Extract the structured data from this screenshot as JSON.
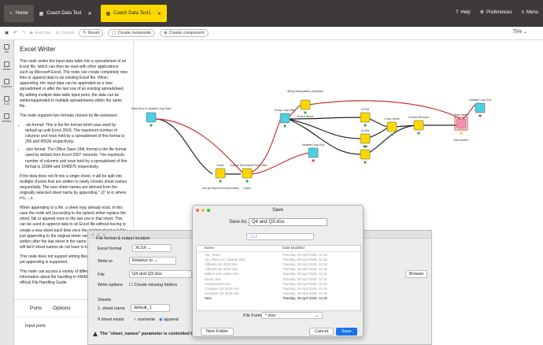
{
  "tabs": {
    "home": "Home",
    "tab1": "Coach Data Test",
    "tab2": "Coach Data Test1"
  },
  "top_right": {
    "help": "Help",
    "preferences": "Preferences",
    "menu": "Menu"
  },
  "toolbar": {
    "execute": "Execute",
    "cancel": "Cancel",
    "reset": "Reset",
    "create_metanode": "Create metanode",
    "create_component": "Create component",
    "zoom": "75%"
  },
  "rail": [
    {
      "label": "Info"
    },
    {
      "label": "Nodes"
    },
    {
      "label": "Explorer"
    },
    {
      "label": "K-AI"
    },
    {
      "label": "Monitor"
    }
  ],
  "description": {
    "title": "Excel Writer",
    "p1": "This node writes the input data table into a spreadsheet of an Excel file, which can then be read with other applications such as Microsoft Excel. The node can create completely new files or append data to an existing Excel file. When appending, the input data can be appended as a new spreadsheet or after the last row of an existing spreadsheet. By adding multiple data table input ports, the data can be written/appended to multiple spreadsheets within the same file.",
    "p2": "The node supports two formats chosen by file extension:",
    "li1": ".xls format: This is the file format which was used by default up until Excel 2003. The maximum number of columns and rows held by a spreadsheet of this format is 256 and 65536 respectively.",
    "li2": ".xlsx format: The Office Open XML format is the file format used by default from Excel 2007 onwards. The maximum number of columns and rows held by a spreadsheet of this format is 16384 and 1048576 respectively.",
    "p3": "If the data does not fit into a single sheet, it will be split into multiple chunks that are written to newly chosen sheet names sequentially. The new sheet names are derived from the originally selected sheet name by appending \" (i)\" to it, where i=1,...,n.",
    "p4": "When appending to a file, a sheet may already exist. In this case the node will (according to the option) either replace the sheet, fail or append rows to the last row in that sheet. This can be used to append data to an Excel file without having to create a new sheet each time once the original sheet is full by just appending to the original sheet name. The data will be written after the last sheet in the same sequence. The node will fail if sheet names do not have to be changed.",
    "p5": "This node does not support writing files in the '.xlsm' format, yet appending is supported.",
    "p6": "This node can access a variety of different file systems. More information about file handling in KNIME can be found in the official File Handling Guide.",
    "ports_tab": "Ports",
    "options_tab": "Options",
    "input_ports": "Input ports"
  },
  "canvas_labels": {
    "table_row_loop": "Table Row to Variable Loop Start",
    "string_manip": "String Manipulation (Variable)",
    "string_manip_sub": "Export Name",
    "group_loop": "Group Loop Start",
    "in_port": "In Port",
    "at_sea": "At Sea",
    "total": "Total",
    "cross_joiner": "Cross Joiner",
    "column_resorter": "Column Resorter",
    "excel_writer": "Excel Writer",
    "excel_writer_sub": "Add content",
    "variable_loop_end_top": "Variable Loop End",
    "sorter": "Sorter",
    "sorter_sub": "Sort by Report End Ascending",
    "extract_time": "Extract Time-based Row Filter",
    "extract_time_sub": "Dates",
    "variable_loop_end_mid": "Variable Loop End"
  },
  "excel_dialog": {
    "section": "File format & output location",
    "excel_format_label": "Excel format",
    "excel_format_value": "XLSX",
    "write_to_label": "Write to",
    "write_to_value": "Relative to",
    "file_label": "File",
    "file_value": "Q4 and Q3.xlsx",
    "browse": "Browse",
    "write_options_label": "Write options",
    "create_folders": "Create missing folders",
    "sheets_section": "Sheets",
    "sheet_name_label": "1. sheet name",
    "sheet_name_value": "default_1",
    "if_sheet_exists_label": "If sheet exists",
    "overwrite": "overwrite",
    "append": "append",
    "warning": "The \"sheet_names\" parameter is controlled b"
  },
  "save_dialog": {
    "title": "Save",
    "save_as_label": "Save As:",
    "save_as_value": "Q4 and Q3.xlsx",
    "folder": "/",
    "col_name": "Name",
    "col_date": "Date Modified",
    "files": [
      {
        "name": ".DS_Store",
        "date": "Tuesday, 29 April 2025, 12:16"
      },
      {
        "name": "AB_Ships_by_Quarter.xlsx",
        "date": "Tuesday, 29 April 2025, 12:16"
      },
      {
        "name": "AllBoats Q4 2023.xlsx",
        "date": "Tuesday, 29 April 2025, 12:16"
      },
      {
        "name": "AllBoats Q4 2024.xlsx",
        "date": "Tuesday, 29 April 2025, 12:16"
      },
      {
        "name": "Ballast and Laden.xlsx",
        "date": "Tuesday, 29 April 2025, 12:16"
      },
      {
        "name": "Book1.xlsx",
        "date": "Tuesday, 29 April 2025, 12:16"
      },
      {
        "name": "comparaison.xlsx",
        "date": "Tuesday, 29 April 2025, 12:16"
      },
      {
        "name": "Compare Q4 2023.xlsx",
        "date": "Tuesday, 29 April 2025, 12:16"
      },
      {
        "name": "Compare Q4 2024.xlsx",
        "date": "Tuesday, 29 April 2025, 12:16"
      },
      {
        "name": "New",
        "date": "Tuesday, 29 April 2025, 12:16",
        "folder": true
      }
    ],
    "file_format_label": "File Format:",
    "file_format_value": "*.xlsx",
    "new_folder": "New Folder",
    "cancel": "Cancel",
    "save": "Save"
  }
}
